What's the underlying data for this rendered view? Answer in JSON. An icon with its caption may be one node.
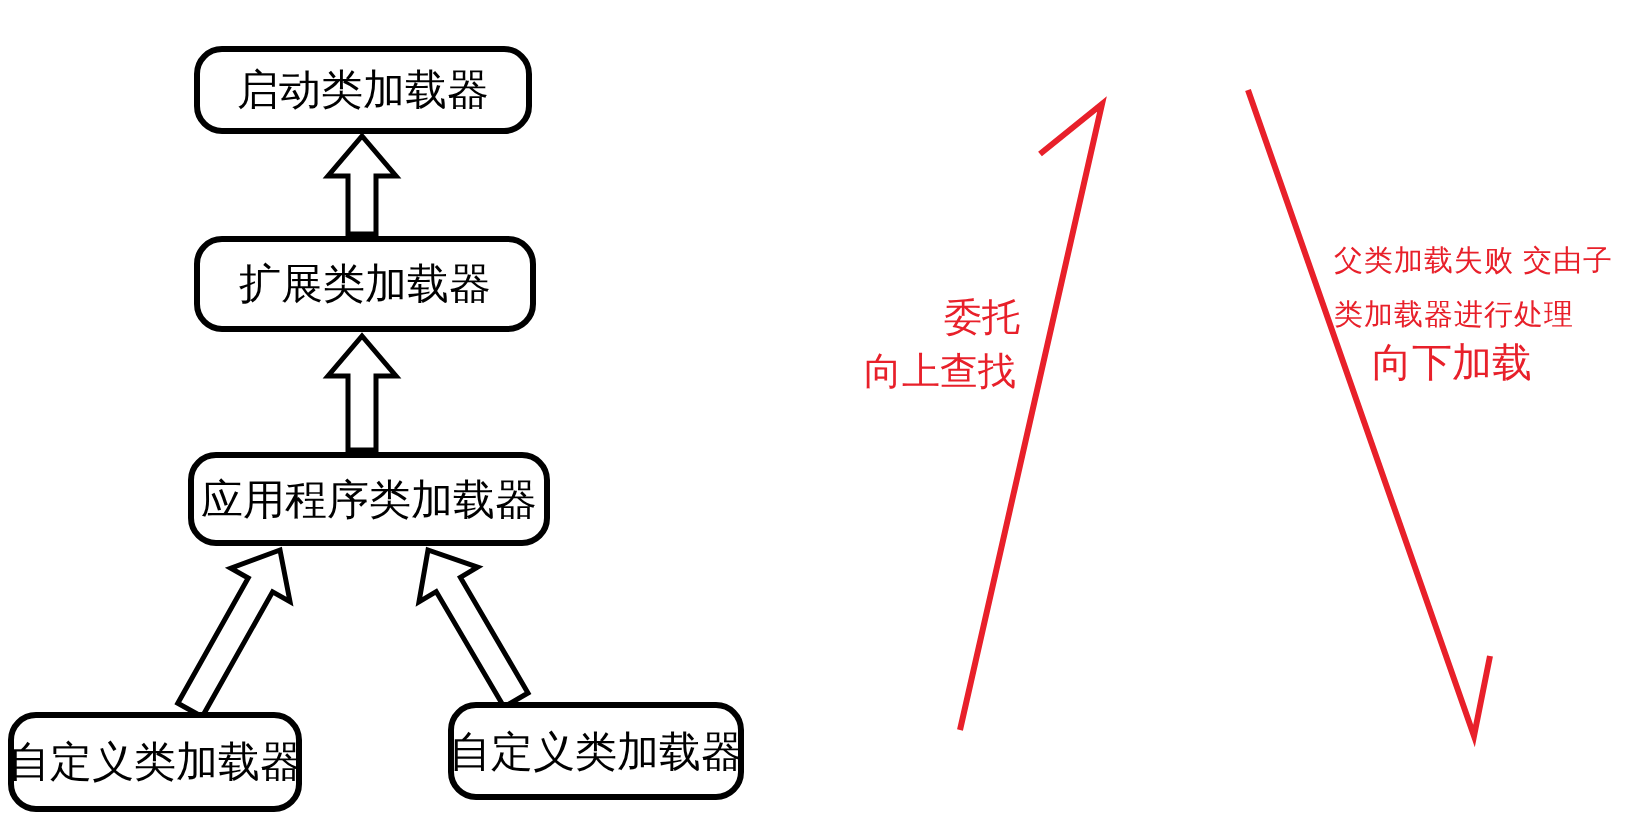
{
  "diagram": {
    "nodes": [
      {
        "text": [
          "启动类加载器"
        ]
      },
      {
        "text": [
          "扩展类加载器"
        ]
      },
      {
        "text": [
          "应用程序类加载器"
        ]
      },
      {
        "text": [
          "自定义类加载器"
        ]
      },
      {
        "text": [
          "自定义类加载器"
        ]
      }
    ],
    "edges": [
      {
        "from": 1,
        "to": 0,
        "arrow": "to"
      },
      {
        "from": 2,
        "to": 1,
        "arrow": "to"
      },
      {
        "from": 3,
        "to": 2,
        "arrow": "to"
      },
      {
        "from": 4,
        "to": 2,
        "arrow": "to"
      }
    ],
    "labels": [
      "委托",
      "向上查找",
      "父类加载失败 交由子类加载器进行处理",
      "向下加载"
    ]
  }
}
